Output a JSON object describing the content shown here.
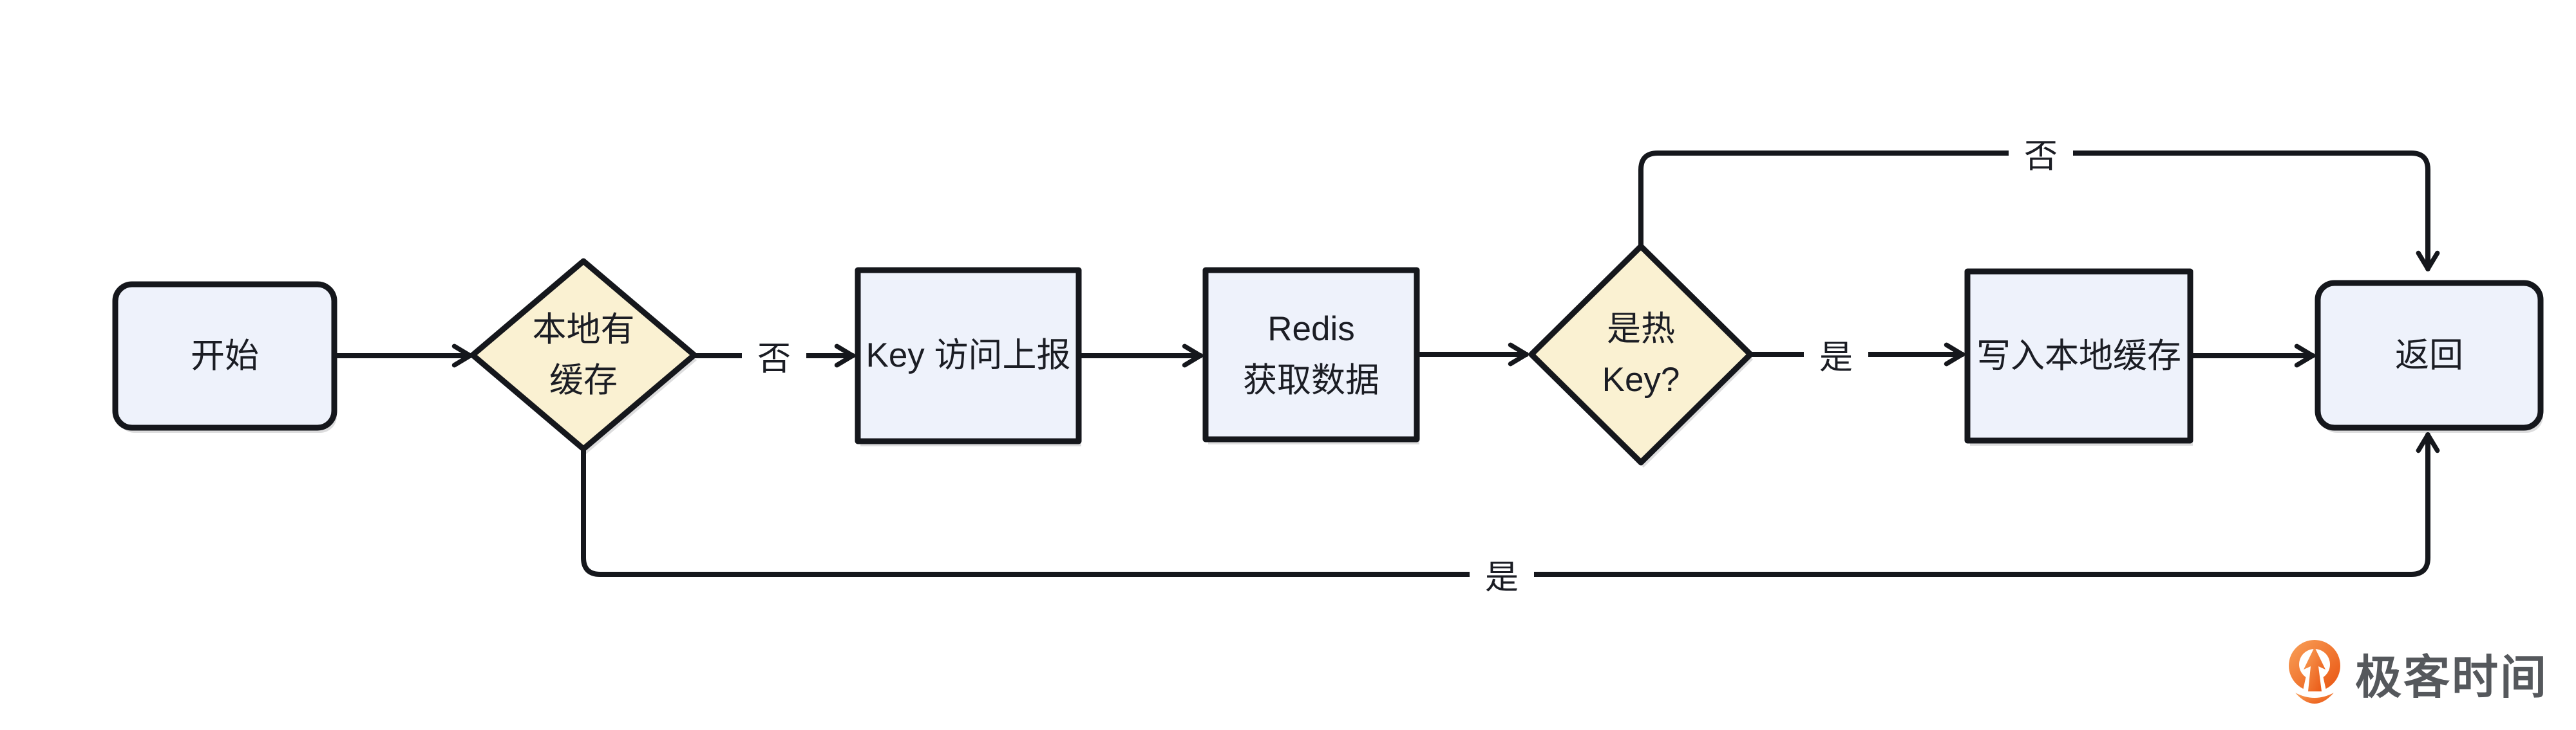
{
  "diagram": {
    "nodes": [
      {
        "id": "start",
        "type": "terminator",
        "label": "开始"
      },
      {
        "id": "local-cache-check",
        "type": "decision",
        "label": "本地有\n缓存"
      },
      {
        "id": "key-report",
        "type": "process",
        "label": "Key 访问上报"
      },
      {
        "id": "redis-fetch",
        "type": "process",
        "label": "Redis\n获取数据"
      },
      {
        "id": "hot-key-check",
        "type": "decision",
        "label": "是热\nKey?"
      },
      {
        "id": "write-local-cache",
        "type": "process",
        "label": "写入本地缓存"
      },
      {
        "id": "return",
        "type": "terminator",
        "label": "返回"
      }
    ],
    "edge_labels": {
      "local_cache_no": "否",
      "local_cache_yes": "是",
      "hot_key_yes": "是",
      "hot_key_no": "否"
    }
  },
  "footer": {
    "brand": "极客时间",
    "brand_icon": "geektime-logo-icon"
  },
  "colors": {
    "node_fill": "#EEF2FB",
    "decision_fill": "#FAF1D2",
    "stroke": "#15171C",
    "text": "#1B1D24",
    "logo_orange": "#EC6114",
    "logo_gray": "#55585C"
  }
}
